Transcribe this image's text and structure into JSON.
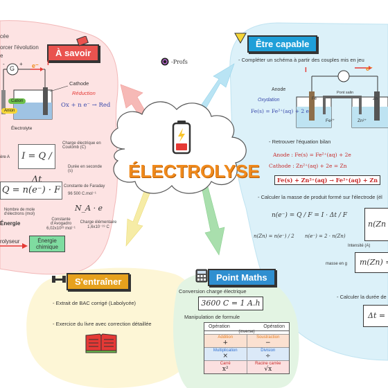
{
  "title": "ÉLECTROLYSE",
  "logo_text": "-Profs",
  "a_savoir": {
    "label": "À savoir",
    "clipped_top_1": "cée",
    "clipped_top_2": "orcer l'évolution",
    "clipped_top_3": "e",
    "electron": "e⁻",
    "I_label": "I",
    "G": "G",
    "plus": "+",
    "minus": "-",
    "cathode": "Cathode",
    "reduction": "Réduction",
    "eq_reduction": "Ox + n e⁻ → Red",
    "cation": "Cation",
    "anion": "Anion",
    "electrolyte": "Électrolyte",
    "formula_I": "I = Q / Δt",
    "clipped_ere_A": "ère A",
    "charge_label": "Charge électrique en Coulomb (C)",
    "duree_label": "Durée en seconde (s)",
    "formula_Q": "Q = n(e⁻) · F",
    "faraday_label": "Constante de Faraday",
    "faraday_value": "96 500 C.mol⁻¹",
    "NA_e": "N_A · e",
    "nb_moles": "Nombre de mole d'électrons (mol)",
    "avogadro": "Constante d'Avogadro 6,02x10²³ mol⁻¹",
    "charge_elem": "Charge élémentaire 1,6x10⁻¹⁹ C",
    "energie_clip": "Énergie",
    "rolyseur_clip": "rolyseur",
    "energie_chimique": "Énergie chimique"
  },
  "etre_capable": {
    "label": "Être capable",
    "item1": "- Compléter un schéma à partir des couples mis en jeu",
    "I_label": "I",
    "electron": "e⁻",
    "anode": "Anode",
    "oxydation": "Oxydation",
    "eq_oxydation": "Fe(s) = Fe²⁺(aq) + 2 e",
    "pont_salin": "Pont salin",
    "fe": "Fe",
    "zn": "Zn",
    "fe2": "Fe²⁺",
    "zn2": "Zn²⁺",
    "item2": "- Retrouver l'équation bilan",
    "anode_eq": "Anode :  Fe(s) = Fe²⁺(aq) + 2e",
    "cathode_eq": "Cathode :  Zn²⁺(aq) + 2e = Zn",
    "bilan": "Fe(s) + Zn²⁺(aq) → Fe²⁺(aq) + Zn",
    "item3": "- Calculer la masse de produit formé sur l'électrode (él",
    "n_e_formula": "n(e⁻) = Q / F = I · Δt / F",
    "nZn_formula": "n(Zn) = n(e⁻) / 2",
    "arrow_formula": "n(e⁻) = 2 · n(Zn)",
    "nZn_clip": "n(Zn",
    "intensite": "Intensité (A)",
    "masse": "masse en g",
    "mZn": "m(Zn) =",
    "item4": "- Calculer la durée de",
    "delta_t": "Δt ="
  },
  "s_entrainer": {
    "label": "S'entraîner",
    "item1": "- Extrait de BAC corrigé (Labolycée)",
    "item2": "- Exercice du livre avec correction détaillée"
  },
  "point_maths": {
    "label": "Point Maths",
    "conv_title": "Conversion charge électrique",
    "conv_formula": "3600 C = 1 A.h",
    "manip_title": "Manipulation de formule",
    "op_header": "Opération",
    "inverse": "(inverse)",
    "rows": [
      {
        "op": "Addition",
        "sym": "+",
        "inv": "Soustraction",
        "inv_sym": "−"
      },
      {
        "op": "Multiplication",
        "sym": "×",
        "inv": "Division",
        "inv_sym": "÷"
      },
      {
        "op": "Carré",
        "sym": "x²",
        "inv": "Racine carrée",
        "inv_sym": "√x"
      }
    ]
  }
}
